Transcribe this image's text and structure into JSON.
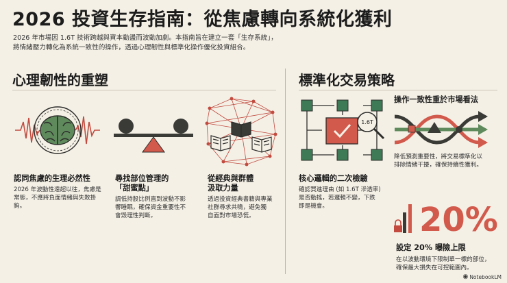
{
  "title": "2026 投資生存指南：從焦慮轉向系統化獲利",
  "intro": {
    "line1": "2026 年市場因 1.6T 技術跨越與資本動盪而波動加劇。本指南旨在建立一套「生存系統」，",
    "line2": "將情緒壓力轉化為系統一致性的操作，透過心理韌性與標準化操作優化投資組合。"
  },
  "left_section": {
    "title": "心理韌性的重塑",
    "cards": [
      {
        "title": "認同焦慮的生理必然性",
        "desc": [
          "2026 年波動性遠超以往，焦慮是",
          "常態，不應將負面情緒與失敗掛",
          "鉤。"
        ],
        "icon": "brain-icon"
      },
      {
        "title_lines": [
          "尋找部位管理的",
          "「甜蜜點」"
        ],
        "desc": [
          "調低持股比例直到波動不影",
          "響睡眠，確保資金重要性不",
          "會毀理性判斷。"
        ],
        "icon": "balance-scale-icon"
      },
      {
        "title_lines": [
          "從經典與群體",
          "汲取力量"
        ],
        "desc": [
          "透過投資經典書籍與專業",
          "社群尋求共鳴，避免獨",
          "自面對市場恐慌。"
        ],
        "icon": "book-network-icon"
      }
    ]
  },
  "right_section": {
    "title": "標準化交易策略",
    "flow_card": {
      "title": "核心邏輯的二次檢驗",
      "desc": [
        "確認買進理由 (如 1.6T 滲透率)",
        "是否動搖，若邏輯不變，下跌",
        "即是機會。"
      ],
      "magnifier_label": "1.6T",
      "icon": "checklist-flow-icon"
    },
    "consistency_card": {
      "title": "操作一致性重於市場看法",
      "desc": [
        "降低預測重要性，將交易標準化以",
        "排除情緒干擾，確保持續性獲利。"
      ],
      "icon": "braided-arrows-icon"
    },
    "limit_card": {
      "big_value": "20%",
      "title": "設定 20% 曝險上限",
      "desc": [
        "在以波動環境下限制單一標的部位，",
        "確保最大損失在可控範圍內。"
      ],
      "icon": "lock-bars-icon"
    }
  },
  "branding": {
    "logo_text": "NotebookLM"
  },
  "colors": {
    "accent": "#d25a4c",
    "dark": "#3a3a36",
    "green": "#5f8a5c",
    "background": "#f4f0e6"
  }
}
